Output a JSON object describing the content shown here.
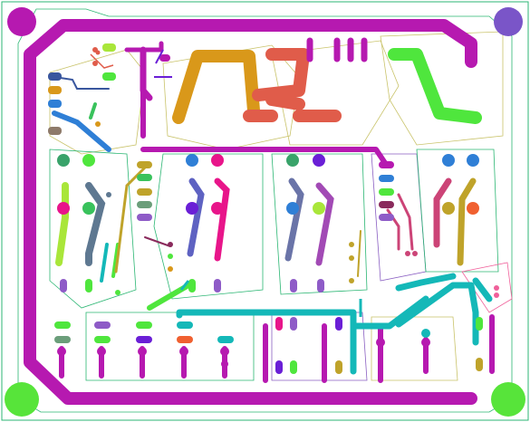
{
  "board": {
    "label": "",
    "background": "#ffffff",
    "outline_color": "#2bb673",
    "zone_color_1": "#2bb673",
    "zone_color_2": "#c9c36a",
    "zone_color_3": "#8a5fc2",
    "zone_color_4": "#f0609a"
  },
  "palette": {
    "main_trace": "#b619b0",
    "orange": "#d9981a",
    "salmon": "#e05c4a",
    "lime": "#4fe63d",
    "blue": "#2f7fd6",
    "navy": "#39569e",
    "slate": "#5e7891",
    "teal": "#14b8b8",
    "magenta": "#e8158a",
    "purple": "#6a1fd6",
    "green": "#39c25c",
    "olive": "#bfa32a",
    "yellowgreen": "#a9e63a",
    "orange_red": "#f06030",
    "purple_soft": "#8e5bc7",
    "gray_green": "#6b9e7a"
  },
  "mounting_holes": [
    {
      "name": "top-left",
      "color": "#b619b0"
    },
    {
      "name": "top-right",
      "color": "#7a55c8"
    },
    {
      "name": "bottom-left",
      "color": "#57e43a"
    },
    {
      "name": "bottom-right",
      "color": "#57e43a"
    }
  ],
  "components": [
    {
      "name": "pad-row-1",
      "color": "#2bb673"
    },
    {
      "name": "pad-row-2",
      "color": "#bf1cb8"
    }
  ]
}
